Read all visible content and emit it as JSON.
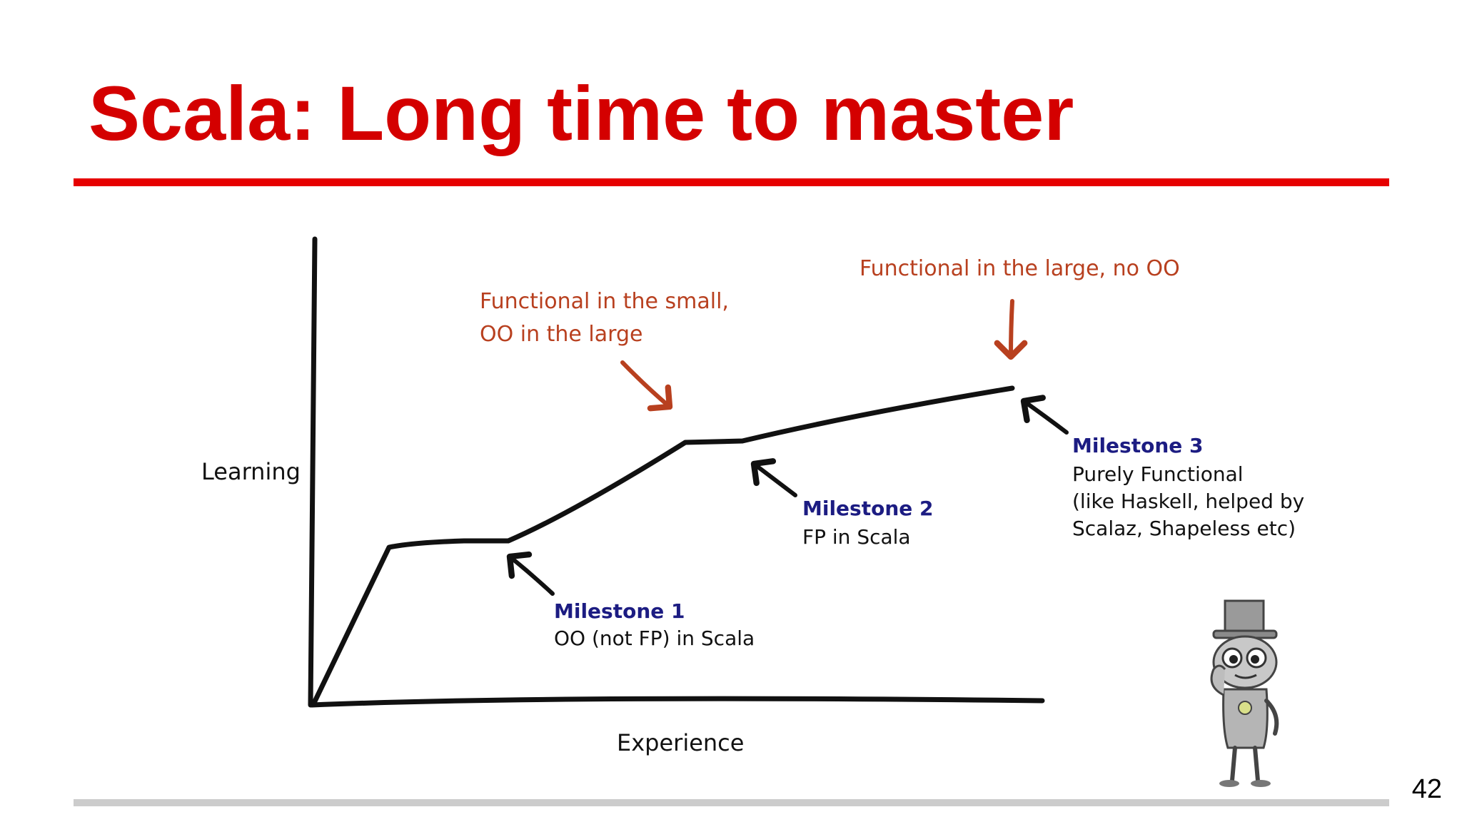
{
  "slide": {
    "title": "Scala: Long time to master",
    "page_number": "42"
  },
  "diagram": {
    "y_axis_label": "Learning",
    "x_axis_label": "Experience",
    "annotations": {
      "small_line1": "Functional in the small,",
      "small_line2": "OO in the large",
      "large": "Functional in the large, no OO"
    },
    "milestones": [
      {
        "title": "Milestone 1",
        "lines": [
          "OO (not FP) in Scala"
        ]
      },
      {
        "title": "Milestone 2",
        "lines": [
          "FP in Scala"
        ]
      },
      {
        "title": "Milestone 3",
        "lines": [
          "Purely Functional",
          "(like Haskell, helped by",
          "Scalaz, Shapeless etc)"
        ]
      }
    ]
  },
  "colors": {
    "title": "#d40000",
    "rule": "#e60000",
    "annotation": "#b8401f",
    "milestone_title": "#1c1c82",
    "ink": "#111111"
  }
}
